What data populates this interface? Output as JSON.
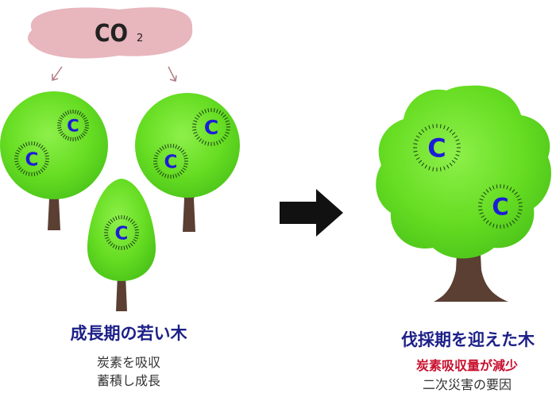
{
  "colors": {
    "cloud": "#e8b6bd",
    "foliage": "#66dd22",
    "foliage_dark": "#44bb11",
    "trunk": "#5a3f32",
    "carbon": "#1c1cd6",
    "title": "#1d2088",
    "warning": "#c8102e",
    "arrow": "#111111"
  },
  "cloud": {
    "formula_main": "CO",
    "formula_sub": "2"
  },
  "carbon_symbol": "C",
  "left_group": {
    "title": "成長期の若い木",
    "description": [
      "炭素を吸収",
      "蓄積し成長"
    ]
  },
  "right_group": {
    "title": "伐採期を迎えた木",
    "highlight": "炭素吸収量が減少",
    "description": "二次災害の要因"
  },
  "icons": [
    "arrow-right-icon",
    "arrow-down-icon",
    "tree-icon",
    "carbon-icon",
    "cloud-icon"
  ]
}
